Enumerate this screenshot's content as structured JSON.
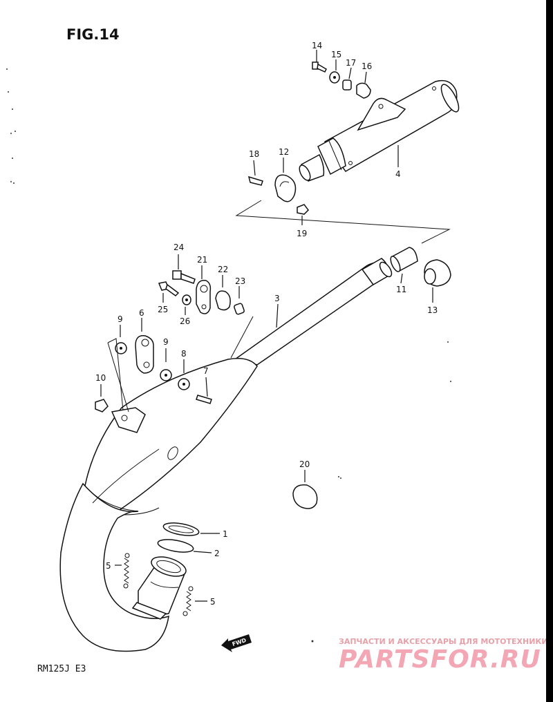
{
  "figure": {
    "title": "FIG.14",
    "model": "RM125J  E3"
  },
  "fwd_label": "FWD",
  "watermark": {
    "line1": "ЗАПЧАСТИ И АКСЕССУАРЫ ДЛЯ МОТОТЕХНИКИ",
    "line2": "PARTSFOR.RU",
    "color": "#f3a6b4"
  },
  "callouts": [
    {
      "id": "c14",
      "label": "14"
    },
    {
      "id": "c15",
      "label": "15"
    },
    {
      "id": "c17",
      "label": "17"
    },
    {
      "id": "c16",
      "label": "16"
    },
    {
      "id": "c18",
      "label": "18"
    },
    {
      "id": "c12",
      "label": "12"
    },
    {
      "id": "c4",
      "label": "4"
    },
    {
      "id": "c19",
      "label": "19"
    },
    {
      "id": "c24",
      "label": "24"
    },
    {
      "id": "c21",
      "label": "21"
    },
    {
      "id": "c22",
      "label": "22"
    },
    {
      "id": "c23",
      "label": "23"
    },
    {
      "id": "c25",
      "label": "25"
    },
    {
      "id": "c26",
      "label": "26"
    },
    {
      "id": "c3",
      "label": "3"
    },
    {
      "id": "c11",
      "label": "11"
    },
    {
      "id": "c13",
      "label": "13"
    },
    {
      "id": "c9a",
      "label": "9"
    },
    {
      "id": "c6",
      "label": "6"
    },
    {
      "id": "c9b",
      "label": "9"
    },
    {
      "id": "c8",
      "label": "8"
    },
    {
      "id": "c7",
      "label": "7"
    },
    {
      "id": "c10",
      "label": "10"
    },
    {
      "id": "c20",
      "label": "20"
    },
    {
      "id": "c1",
      "label": "1"
    },
    {
      "id": "c2",
      "label": "2"
    },
    {
      "id": "c5a",
      "label": "5"
    },
    {
      "id": "c5b",
      "label": "5"
    }
  ]
}
